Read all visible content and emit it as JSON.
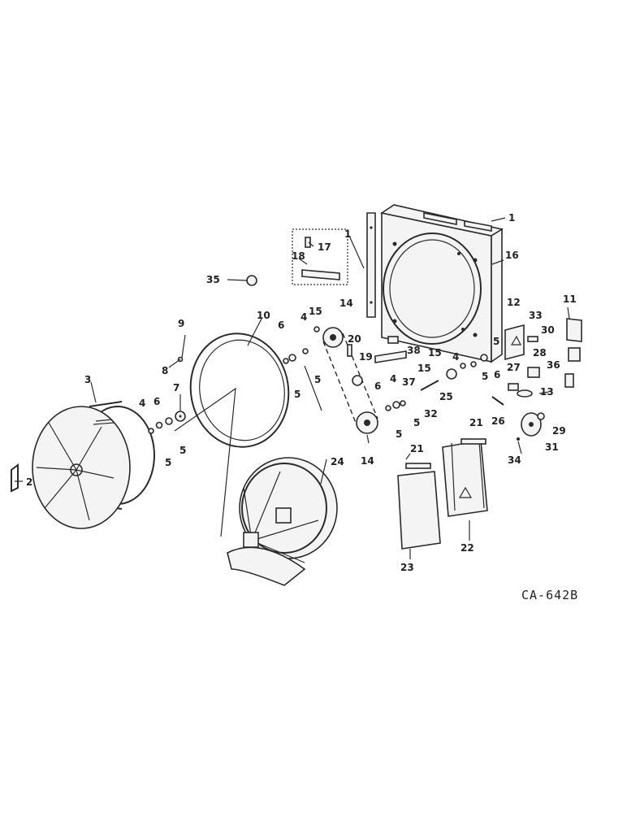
{
  "diagram": {
    "drawing_code": "CA-642B",
    "callouts": [
      {
        "id": "1a",
        "text": "1"
      },
      {
        "id": "1b",
        "text": "1"
      },
      {
        "id": "2",
        "text": "2"
      },
      {
        "id": "3",
        "text": "3"
      },
      {
        "id": "4a",
        "text": "4"
      },
      {
        "id": "4b",
        "text": "4"
      },
      {
        "id": "4c",
        "text": "4"
      },
      {
        "id": "4d",
        "text": "4"
      },
      {
        "id": "5a",
        "text": "5"
      },
      {
        "id": "5b",
        "text": "5"
      },
      {
        "id": "5c",
        "text": "5"
      },
      {
        "id": "5d",
        "text": "5"
      },
      {
        "id": "5e",
        "text": "5"
      },
      {
        "id": "5f",
        "text": "5"
      },
      {
        "id": "5g",
        "text": "5"
      },
      {
        "id": "5h",
        "text": "5"
      },
      {
        "id": "6a",
        "text": "6"
      },
      {
        "id": "6b",
        "text": "6"
      },
      {
        "id": "6c",
        "text": "6"
      },
      {
        "id": "6d",
        "text": "6"
      },
      {
        "id": "7",
        "text": "7"
      },
      {
        "id": "8",
        "text": "8"
      },
      {
        "id": "9",
        "text": "9"
      },
      {
        "id": "10",
        "text": "10"
      },
      {
        "id": "11",
        "text": "11"
      },
      {
        "id": "12",
        "text": "12"
      },
      {
        "id": "13",
        "text": "13"
      },
      {
        "id": "14a",
        "text": "14"
      },
      {
        "id": "14b",
        "text": "14"
      },
      {
        "id": "15a",
        "text": "15"
      },
      {
        "id": "15b",
        "text": "15"
      },
      {
        "id": "15c",
        "text": "15"
      },
      {
        "id": "16",
        "text": "16"
      },
      {
        "id": "17",
        "text": "17"
      },
      {
        "id": "18",
        "text": "18"
      },
      {
        "id": "19",
        "text": "19"
      },
      {
        "id": "20",
        "text": "20"
      },
      {
        "id": "21a",
        "text": "21"
      },
      {
        "id": "21b",
        "text": "21"
      },
      {
        "id": "22",
        "text": "22"
      },
      {
        "id": "23",
        "text": "23"
      },
      {
        "id": "24",
        "text": "24"
      },
      {
        "id": "25",
        "text": "25"
      },
      {
        "id": "26",
        "text": "26"
      },
      {
        "id": "27",
        "text": "27"
      },
      {
        "id": "28",
        "text": "28"
      },
      {
        "id": "29",
        "text": "29"
      },
      {
        "id": "30",
        "text": "30"
      },
      {
        "id": "31",
        "text": "31"
      },
      {
        "id": "32",
        "text": "32"
      },
      {
        "id": "33",
        "text": "33"
      },
      {
        "id": "34",
        "text": "34"
      },
      {
        "id": "35",
        "text": "35"
      },
      {
        "id": "36",
        "text": "36"
      },
      {
        "id": "37",
        "text": "37"
      },
      {
        "id": "38",
        "text": "38"
      }
    ]
  }
}
